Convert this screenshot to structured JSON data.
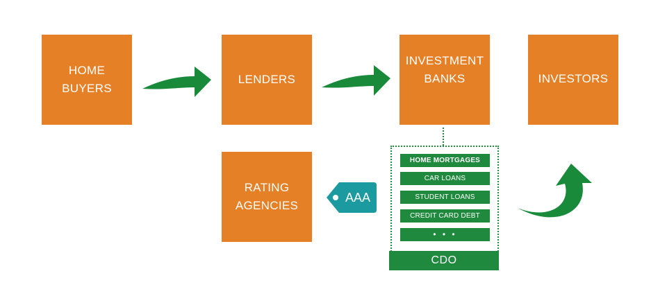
{
  "nodes": {
    "home_buyers": {
      "line1": "HOME",
      "line2": "BUYERS"
    },
    "lenders": {
      "line1": "LENDERS"
    },
    "investment_banks": {
      "line1": "INVESTMENT",
      "line2": "BANKS"
    },
    "investors": {
      "line1": "INVESTORS"
    },
    "rating_agencies": {
      "line1": "RATING",
      "line2": "AGENCIES"
    }
  },
  "cdo": {
    "label": "CDO",
    "items": [
      "HOME MORTGAGES",
      "CAR LOANS",
      "STUDENT LOANS",
      "CREDIT CARD DEBT",
      "• • •"
    ]
  },
  "rating_tag": {
    "text": "AAA"
  },
  "colors": {
    "box": "#e68026",
    "green": "#1f8a3e",
    "tag": "#1b9aa0",
    "arrow": "#188a3a"
  }
}
